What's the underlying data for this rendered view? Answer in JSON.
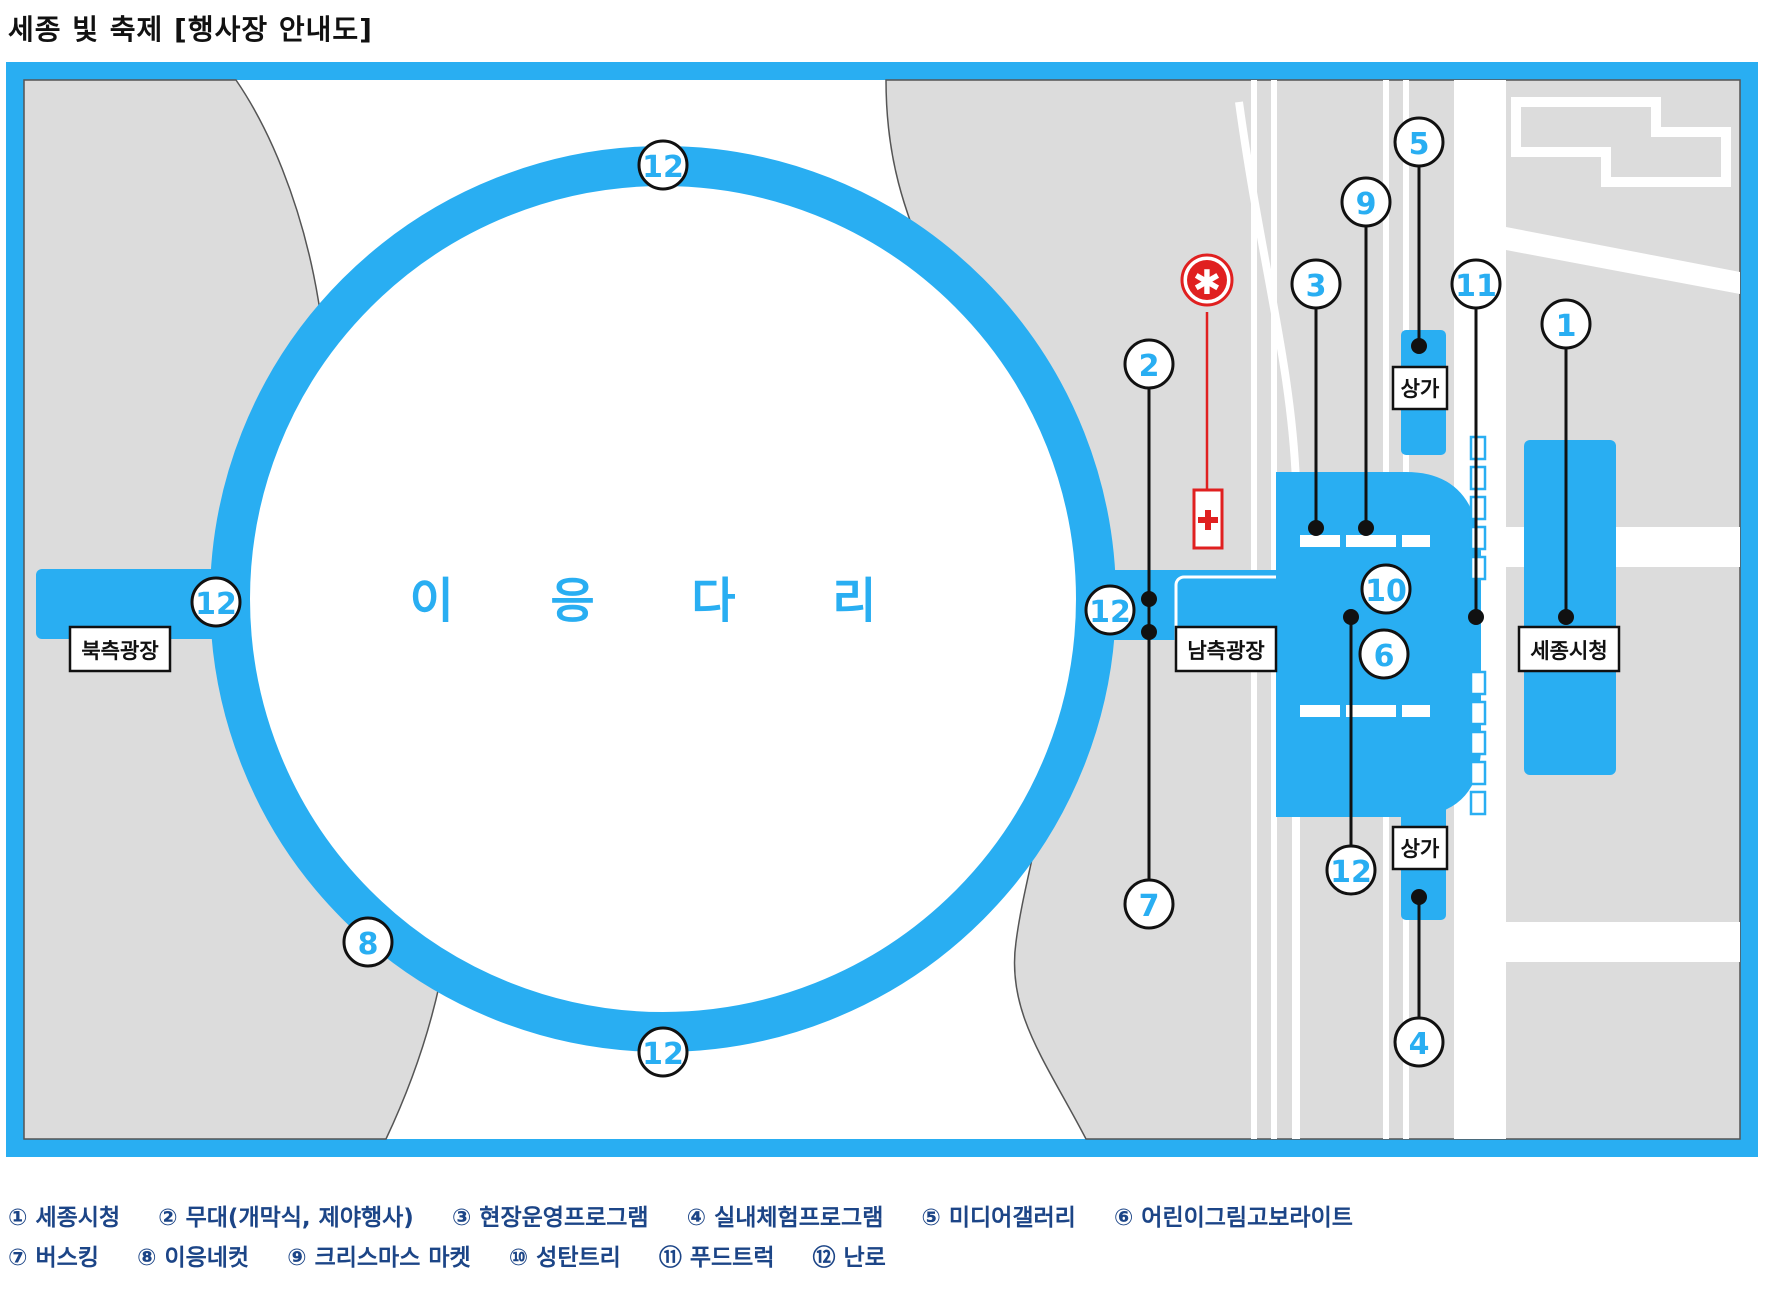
{
  "title": "세종 빛 축제 [행사장 안내도]",
  "colors": {
    "accent": "#29aef2",
    "legend_text": "#1c4587",
    "ground": "#dcdcdc",
    "first_aid": "#e02020"
  },
  "map": {
    "bridge_label": "이 응 다 리",
    "place_labels": {
      "north_plaza": "북측광장",
      "south_plaza": "남측광장",
      "city_hall": "세종시청",
      "shops_upper": "상가",
      "shops_lower": "상가"
    },
    "markers": {
      "m1": "1",
      "m2": "2",
      "m3": "3",
      "m4": "4",
      "m5": "5",
      "m6": "6",
      "m7": "7",
      "m8": "8",
      "m9": "9",
      "m10": "10",
      "m11": "11",
      "m12_top": "12",
      "m12_left": "12",
      "m12_right": "12",
      "m12_bottom": "12",
      "m12_lower": "12"
    },
    "icons": {
      "first_aid": "asterisk-icon",
      "first_aid_station": "red-cross-icon"
    }
  },
  "legend": {
    "row1": [
      "① 세종시청",
      "② 무대(개막식, 제야행사)",
      "③ 현장운영프로그램",
      "④ 실내체험프로그램",
      "⑤ 미디어갤러리",
      "⑥ 어린이그림고보라이트"
    ],
    "row2": [
      "⑦ 버스킹",
      "⑧ 이응네컷",
      "⑨ 크리스마스 마켓",
      "⑩ 성탄트리",
      "⑪ 푸드트럭",
      "⑫ 난로"
    ]
  }
}
